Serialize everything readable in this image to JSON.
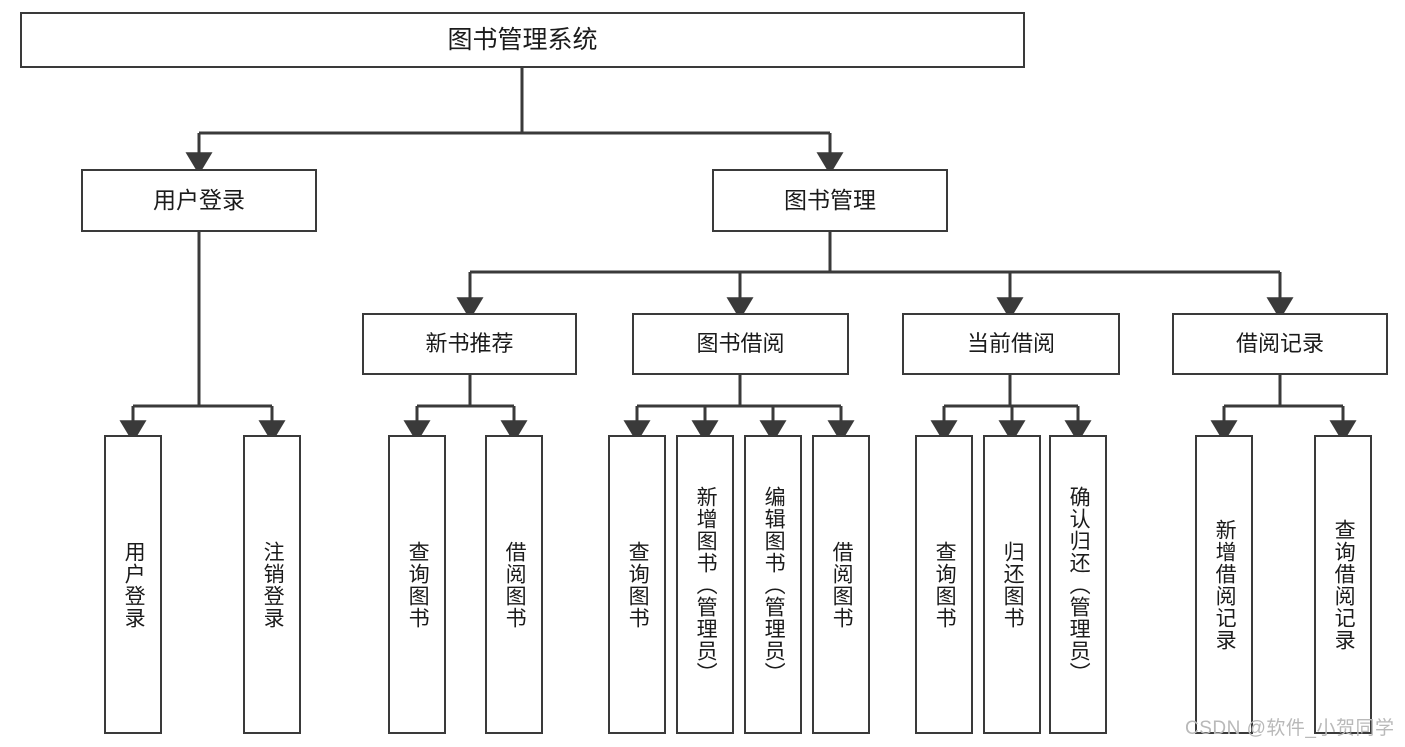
{
  "diagram": {
    "type": "tree-hierarchy-chart",
    "title": "图书管理系统",
    "line_color": "#3a3a3a",
    "text_color": "#1b1b1b",
    "background": "#ffffff",
    "root": {
      "label": "图书管理系统"
    },
    "level1": [
      {
        "label": "用户登录"
      },
      {
        "label": "图书管理"
      }
    ],
    "level2": [
      {
        "label": "新书推荐"
      },
      {
        "label": "图书借阅"
      },
      {
        "label": "当前借阅"
      },
      {
        "label": "借阅记录"
      }
    ],
    "leaves": {
      "user_login": [
        {
          "label": "用户登录"
        },
        {
          "label": "注销登录"
        }
      ],
      "new_book_recommend": [
        {
          "label": "查询图书"
        },
        {
          "label": "借阅图书"
        }
      ],
      "book_borrow": [
        {
          "label": "查询图书"
        },
        {
          "label": "新增图书（管理员）"
        },
        {
          "label": "编辑图书（管理员）"
        },
        {
          "label": "借阅图书"
        }
      ],
      "current_borrow": [
        {
          "label": "查询图书"
        },
        {
          "label": "归还图书"
        },
        {
          "label": "确认归还（管理员）"
        }
      ],
      "borrow_record": [
        {
          "label": "新增借阅记录"
        },
        {
          "label": "查询借阅记录"
        }
      ]
    }
  },
  "watermark": {
    "text": "CSDN @软件_小贺同学",
    "color": "#b9b9b9"
  }
}
